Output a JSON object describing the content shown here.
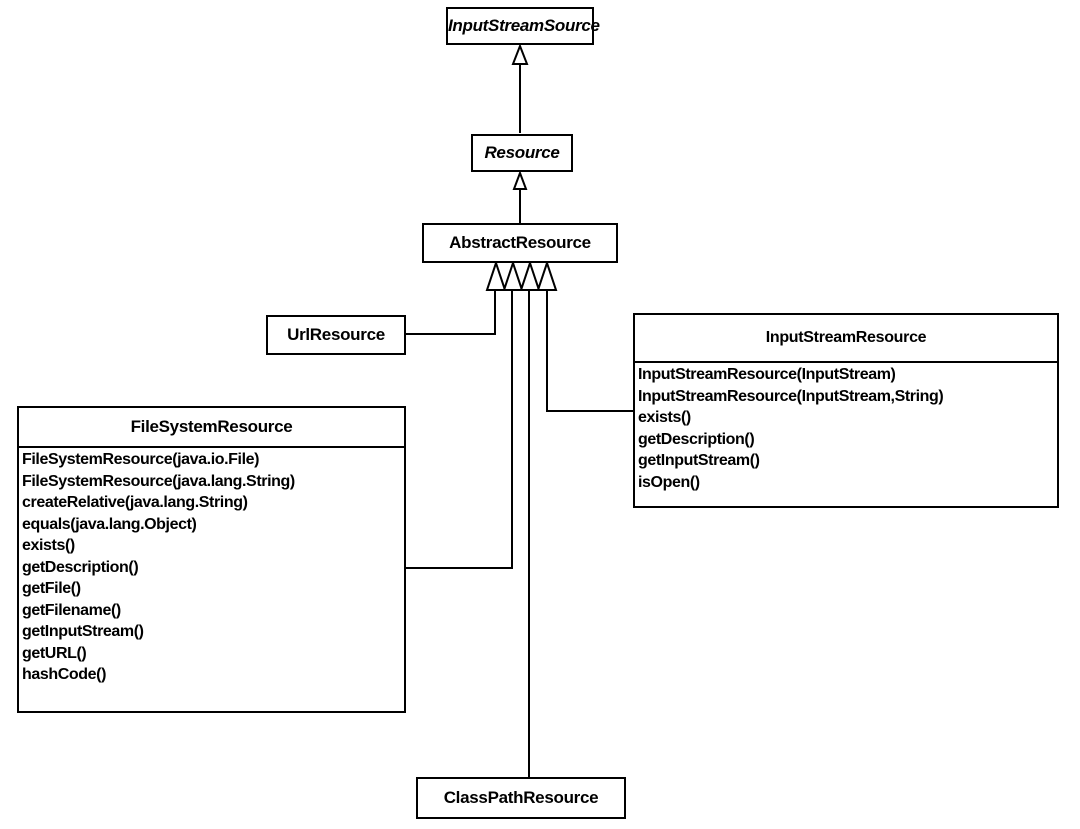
{
  "diagram": {
    "type": "UML class diagram",
    "classes": {
      "input_stream_source": {
        "name": "InputStreamSource",
        "abstract": true
      },
      "resource": {
        "name": "Resource",
        "abstract": true
      },
      "abstract_resource": {
        "name": "AbstractResource",
        "abstract": false
      },
      "url_resource": {
        "name": "UrlResource"
      },
      "class_path_resource": {
        "name": "ClassPathResource"
      },
      "file_system_resource": {
        "name": "FileSystemResource",
        "methods": [
          "FileSystemResource(java.io.File)",
          "FileSystemResource(java.lang.String)",
          "createRelative(java.lang.String)",
          "equals(java.lang.Object)",
          "exists()",
          "getDescription()",
          "getFile()",
          "getFilename()",
          "getInputStream()",
          "getURL()",
          "hashCode()"
        ]
      },
      "input_stream_resource": {
        "name": "InputStreamResource",
        "methods": [
          "InputStreamResource(InputStream)",
          "InputStreamResource(InputStream,String)",
          "exists()",
          "getDescription()",
          "getInputStream()",
          "isOpen()"
        ]
      }
    },
    "relations": [
      {
        "from": "Resource",
        "to": "InputStreamSource",
        "kind": "generalization"
      },
      {
        "from": "AbstractResource",
        "to": "Resource",
        "kind": "generalization"
      },
      {
        "from": "UrlResource",
        "to": "AbstractResource",
        "kind": "generalization"
      },
      {
        "from": "FileSystemResource",
        "to": "AbstractResource",
        "kind": "generalization"
      },
      {
        "from": "ClassPathResource",
        "to": "AbstractResource",
        "kind": "generalization"
      },
      {
        "from": "InputStreamResource",
        "to": "AbstractResource",
        "kind": "generalization"
      }
    ]
  }
}
